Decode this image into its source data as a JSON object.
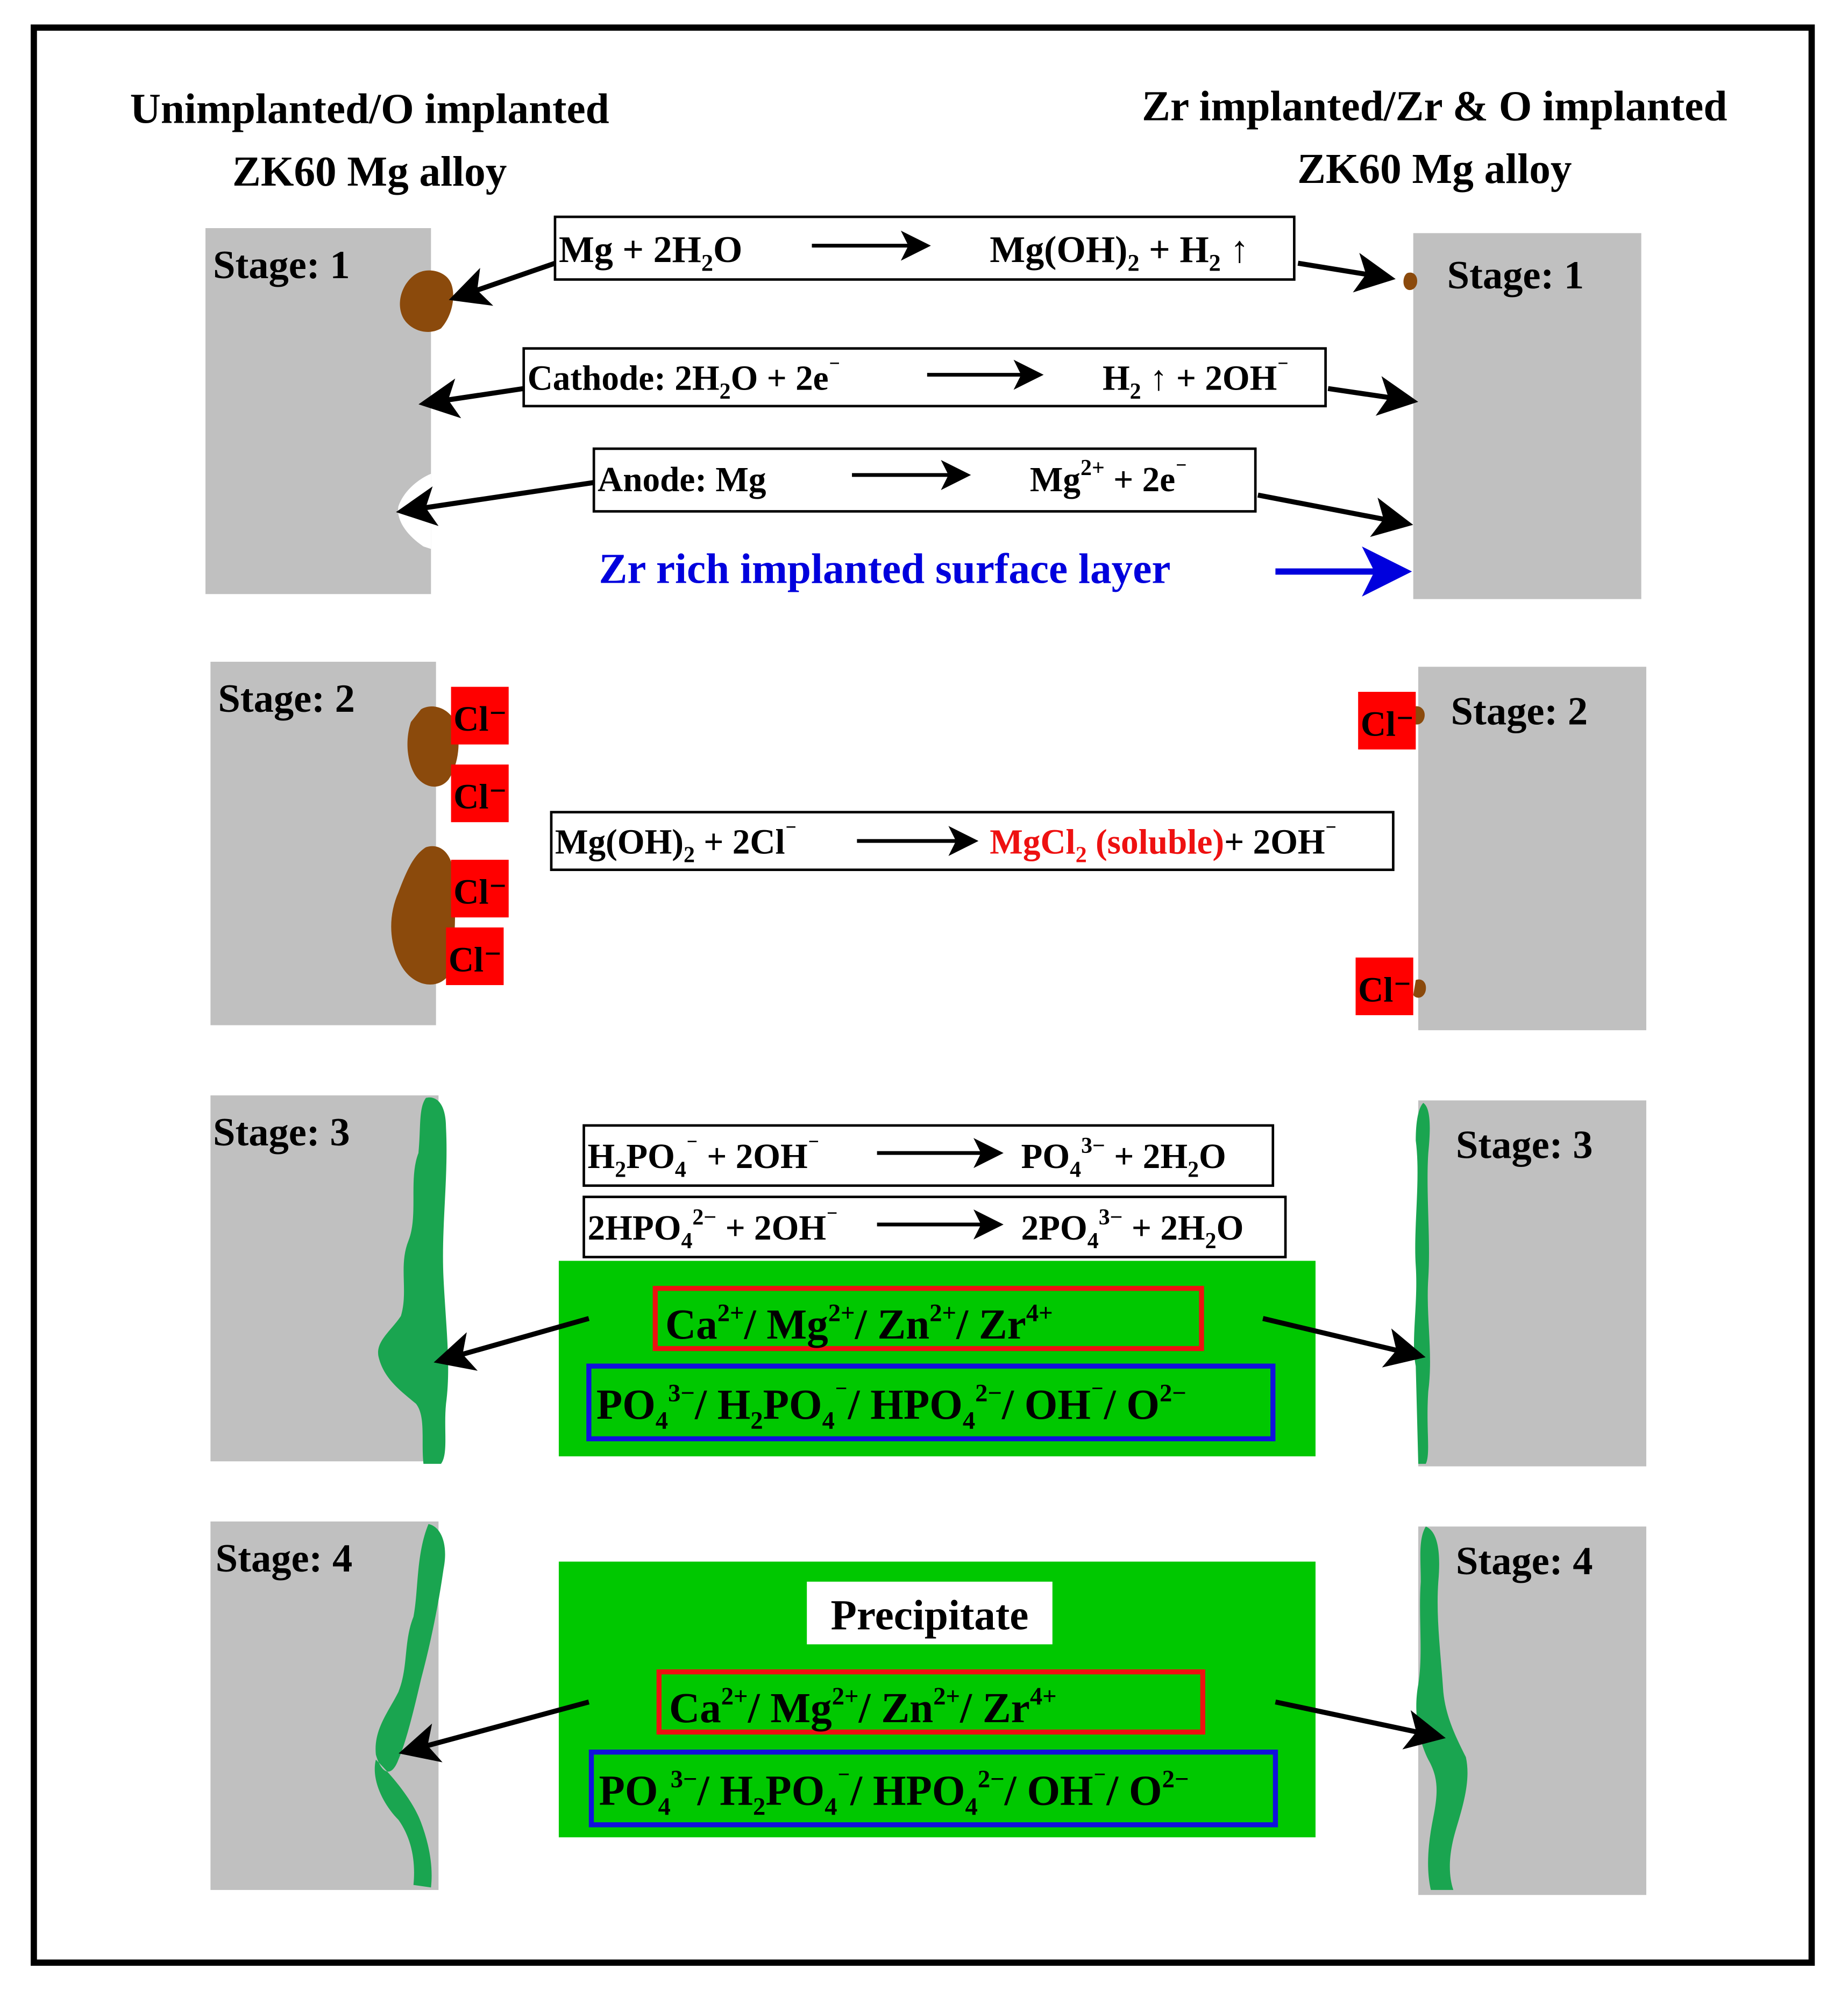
{
  "headers": {
    "left_line1": "Unimplanted/O implanted",
    "left_line2": "ZK60 Mg alloy",
    "right_line1": "Zr implanted/Zr & O implanted",
    "right_line2": "ZK60 Mg alloy"
  },
  "stages": {
    "s1": "Stage: 1",
    "s2": "Stage: 2",
    "s3": "Stage: 3",
    "s4": "Stage: 4"
  },
  "reactions": {
    "r1": {
      "left": [
        "Mg + 2H",
        "2",
        "O"
      ],
      "right": [
        "Mg(OH)",
        "2",
        " + H",
        "2",
        " ↑"
      ]
    },
    "r2": {
      "left": [
        "Cathode: 2H",
        "2",
        "O + 2e",
        "⁻"
      ],
      "right": [
        "H",
        "2",
        " ↑ + 2OH",
        "⁻"
      ]
    },
    "r3": {
      "left": "Anode: Mg",
      "right": [
        "Mg",
        "2+",
        " + 2e",
        "⁻"
      ]
    },
    "r4": {
      "left": [
        "Mg(OH)",
        "2",
        " + 2Cl",
        "⁻"
      ],
      "right_red": [
        "MgCl",
        "2",
        " (soluble)"
      ],
      "right_tail": [
        "+ 2OH",
        "⁻"
      ]
    },
    "r5": {
      "left": [
        "H",
        "2",
        "PO",
        "4",
        "⁻",
        " + 2OH",
        "⁻"
      ],
      "right": [
        "PO",
        "4",
        "3−",
        " + 2H",
        "2",
        "O"
      ]
    },
    "r6": {
      "left": [
        "2HPO",
        "4",
        "2−",
        " + 2OH",
        "⁻"
      ],
      "right": [
        "2PO",
        "4",
        "3−",
        " + 2H",
        "2",
        "O"
      ]
    }
  },
  "zr_layer_label": "Zr rich implanted surface layer",
  "chloride_label": "Cl⁻",
  "cations": [
    "Ca",
    "2+",
    "/ Mg",
    "2+",
    "/ Zn",
    "2+",
    "/ Zr",
    "4+"
  ],
  "anions": [
    "PO",
    "4",
    "3−",
    "/ H",
    "2",
    "PO",
    "4",
    "⁻",
    "/ HPO",
    "4",
    "2−",
    "/ OH",
    "⁻",
    "/ O",
    "2−"
  ],
  "precipitate_label": "Precipitate",
  "colors": {
    "alloy_gray": "#c0c0c0",
    "corrosion_brown": "#8b4a0c",
    "chloride_red": "#ff0000",
    "solution_green": "#00c800",
    "precipitate_green": "#1aa550",
    "label_blue": "#0000dd",
    "box_red": "#ee1111",
    "box_blue": "#1111dd"
  }
}
